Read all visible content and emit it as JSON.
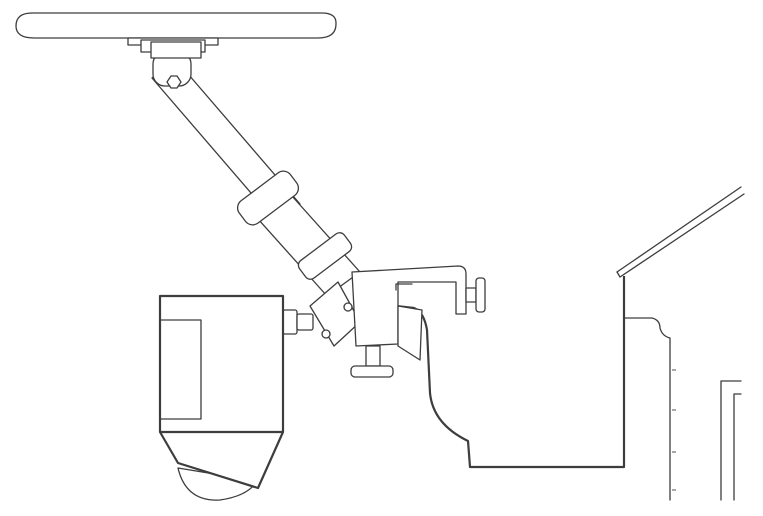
{
  "colors": {
    "line": "#3d3d3d",
    "background": "#ffffff"
  },
  "parts": {
    "antenna": "antenna-dish",
    "arm": "telescoping-arm",
    "collar_upper": "arm-collar",
    "collar_lower": "arm-collar",
    "clamp": "c-clamp",
    "thumb_screw_side": "thumb-screw",
    "thumb_screw_bottom": "thumb-screw",
    "camera": "camera-housing",
    "dome": "camera-dome",
    "building": "building-wall",
    "roof": "roof-edge",
    "window": "window-frame"
  }
}
